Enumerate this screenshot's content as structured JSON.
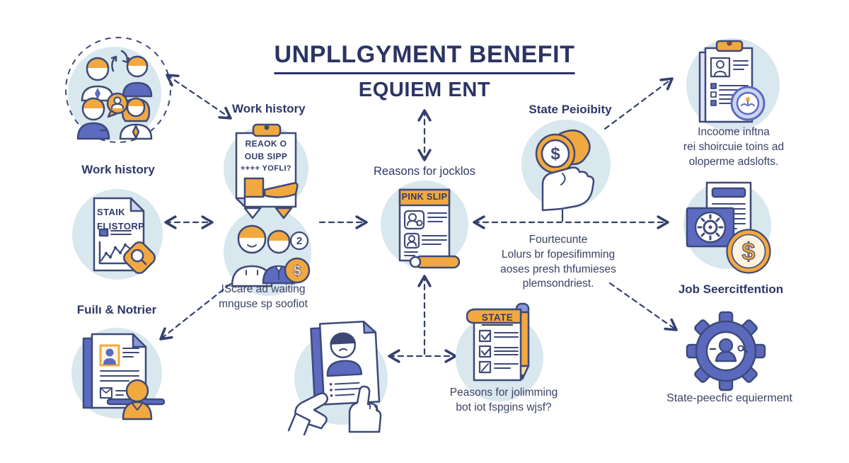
{
  "title": {
    "line1": "UNPLLGYMENT BENEFIT",
    "line2": "EQUIEM ENT"
  },
  "labels": {
    "work_history_top": "Work history",
    "work_history_left": "Work history",
    "full_notrier": "Fuilı & Notrier",
    "reasons_for_joblos": "Reasons for jocklos",
    "state_peioibity": "State Peioibity",
    "job_seercitfention": "Job Seercitfention"
  },
  "captions": {
    "couple_note": {
      "line1": "IScare ad waiting",
      "line2": "mnguse sp soofiot"
    },
    "eligibility_note": {
      "line1": "Fourtecunte",
      "line2": "Lolurs br fopesifimming",
      "line3": "aoses presh thfumieses",
      "line4": "plemsondriest."
    },
    "income_note": {
      "line1": "Incoome inftna",
      "line2": "rei shoircuie toins ad",
      "line3": "oloperme adslofts."
    },
    "state_checklist_note": {
      "line1": "Peasons for jolimming",
      "line2": "bot iot fspgins wjsf?"
    },
    "gear_note": "State-peecfic equierment"
  },
  "icon_texts": {
    "clipboard": {
      "line1": "REAOK O",
      "line2": "OUB SIPP",
      "line3": "++++ YOFLI?"
    },
    "staik_doc": {
      "line1": "STAIK",
      "line2": "FLISTORP"
    },
    "pink_slip": "PINK SLIP",
    "state_checklist": "STATE",
    "badge_count": "2",
    "dollar": "$"
  },
  "icons": {
    "people-group-icon": "four employees with speech bubble inside dashed circle",
    "clipboard-report-icon": "clipboard note with sticky and paper curl",
    "work-history-document-icon": "document with line chart and orange stamp",
    "resume-file-icon": "resume document with applicant figure and pen",
    "couple-payment-icon": "two people with counter badge and dollar coin",
    "pink-slip-icon": "pink slip termination document",
    "hand-coin-icon": "hand holding dollar coin",
    "income-clipboard-icon": "clipboard with profile photo, checklist and round stamp",
    "job-search-docs-icon": "document with gear panel and dollar coin",
    "state-gear-icon": "gear wheel with person inside",
    "state-checklist-icon": "scroll checklist titled STATE with pencil",
    "hands-document-icon": "hands holding applicant document"
  },
  "colors": {
    "navy_text": "#2e3768",
    "outline": "#3e4a78",
    "orange": "#f2a840",
    "blue": "#5c6bc0",
    "lavender": "#8a97d8",
    "pale_lavender": "#ccd4f2",
    "light_blue_bg": "#d9e7ee",
    "background": "#ffffff"
  }
}
